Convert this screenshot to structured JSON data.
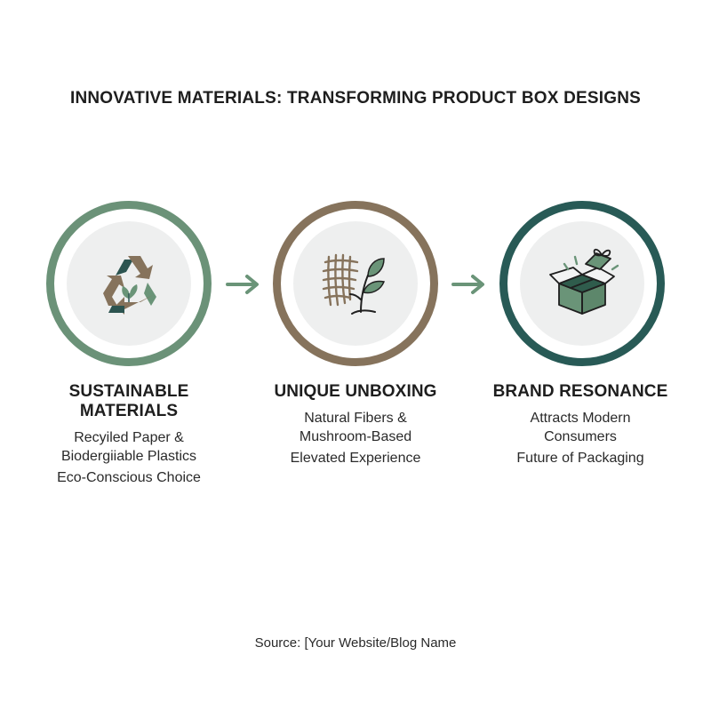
{
  "title": "INNOVATIVE MATERIALS: TRANSFORMING PRODUCT BOX DESIGNS",
  "steps": [
    {
      "heading": "SUSTAINABLE MATERIALS",
      "line1": "Recyiled Paper &",
      "line2": "Biodergiiable Plastics",
      "tagline": "Eco-Conscious Choice",
      "icon": "recycle-icon",
      "ring_color": "#6b9278"
    },
    {
      "heading": "UNIQUE UNBOXING",
      "line1": "Natural Fibers &",
      "line2": "Mushroom-Based",
      "tagline": "Elevated Experience",
      "icon": "fiber-plant-icon",
      "ring_color": "#86735c"
    },
    {
      "heading": "BRAND RESONANCE",
      "line1": "Attracts Modern",
      "line2": "Consumers",
      "tagline": "Future of Packaging",
      "icon": "open-gift-box-icon",
      "ring_color": "#285a56"
    }
  ],
  "connector_icon": "arrow-right-icon",
  "source": "Source: [Your Website/Blog Name",
  "colors": {
    "green": "#6b9278",
    "brown": "#86735c",
    "dark_teal": "#285a56",
    "inner_circle": "#eeefef"
  }
}
